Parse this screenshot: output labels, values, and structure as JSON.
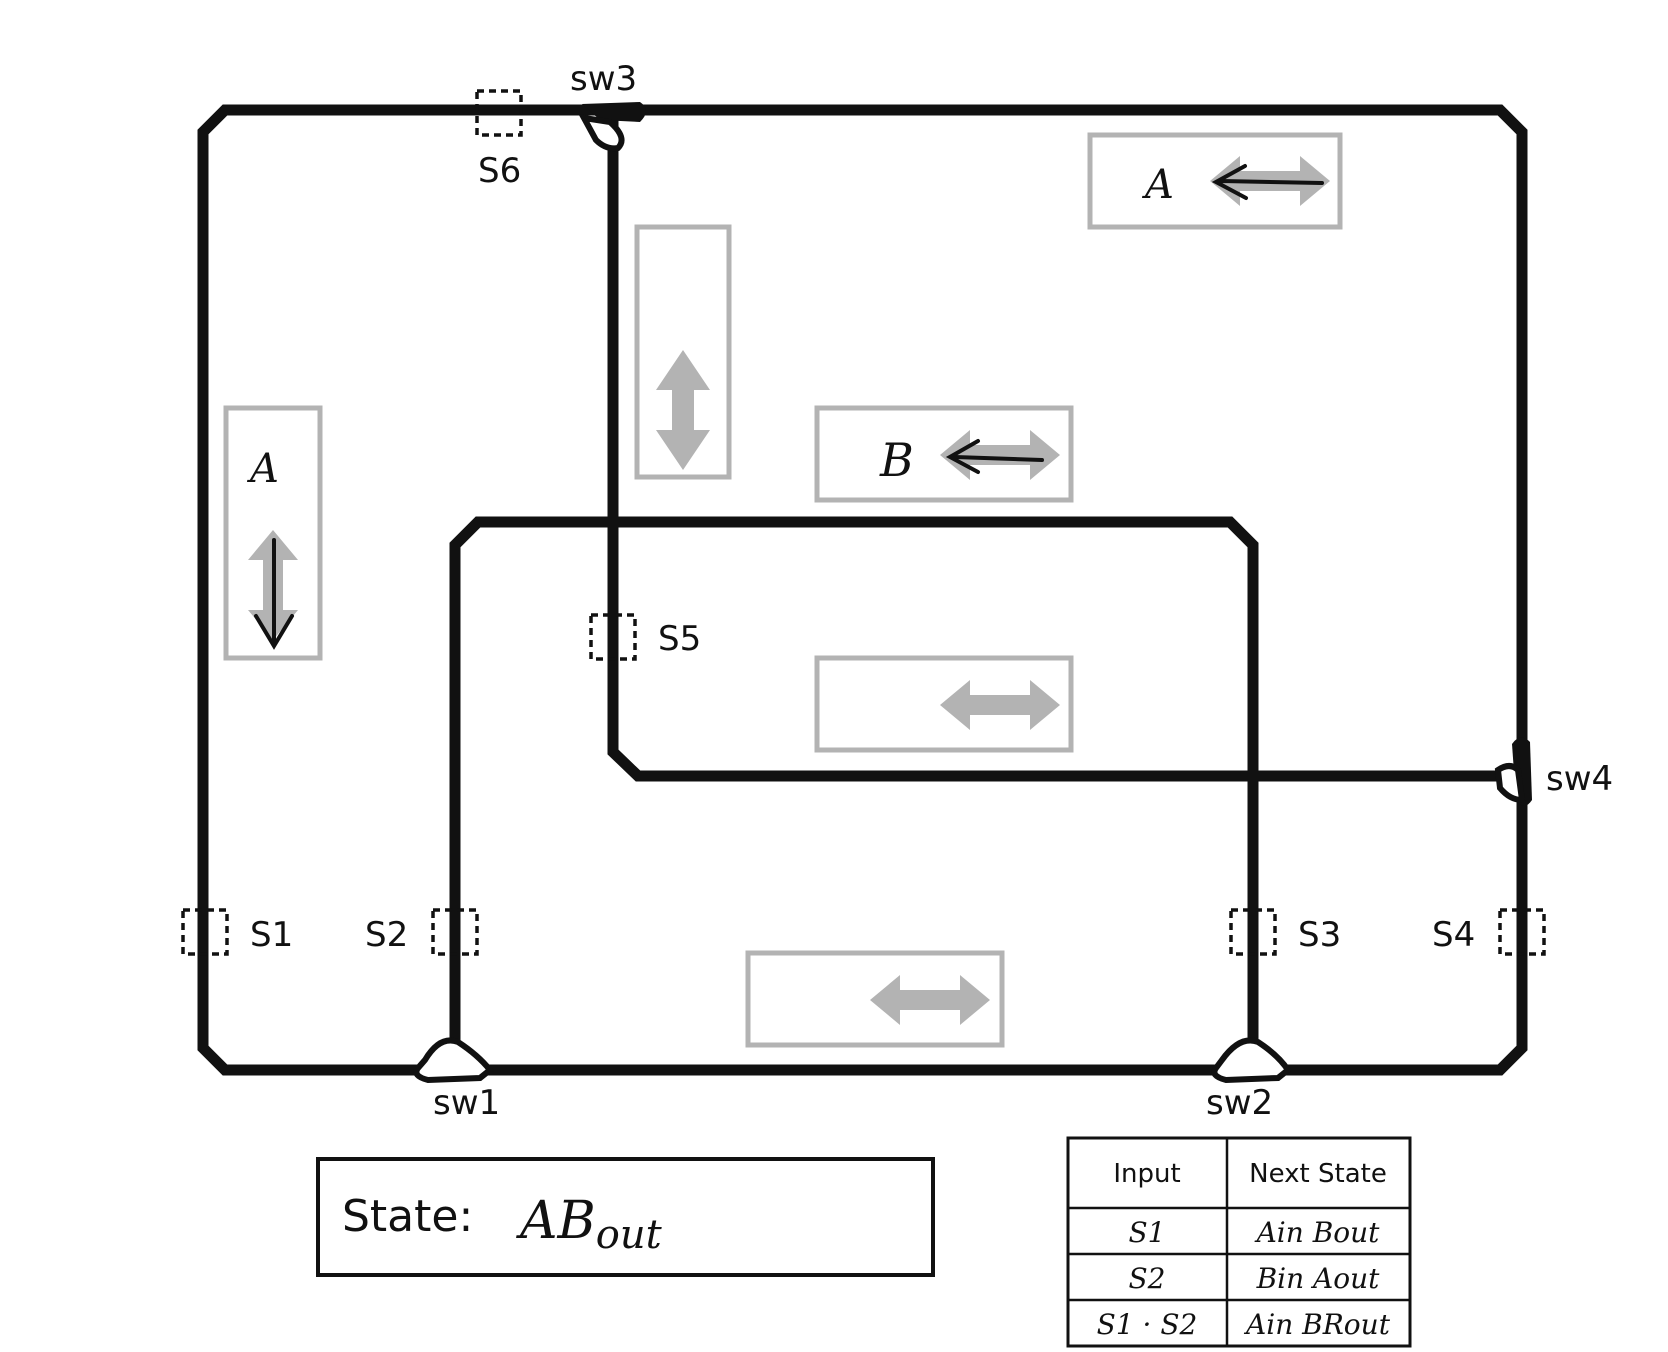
{
  "switches": {
    "sw1": "sw1",
    "sw2": "sw2",
    "sw3": "sw3",
    "sw4": "sw4"
  },
  "sensors": {
    "s1": "S1",
    "s2": "S2",
    "s3": "S3",
    "s4": "S4",
    "s5": "S5",
    "s6": "S6"
  },
  "trains": {
    "top_right": "A",
    "left": "A",
    "center": "B"
  },
  "state": {
    "label": "State:",
    "value_main": "AB",
    "value_sub": "out"
  },
  "table": {
    "headers": [
      "Input",
      "Next State"
    ],
    "rows": [
      {
        "input": "S1",
        "next": "Ain Bout"
      },
      {
        "input": "S2",
        "next": "Bin Aout"
      },
      {
        "input": "S1 · S2",
        "next": "Ain BRout"
      }
    ]
  }
}
